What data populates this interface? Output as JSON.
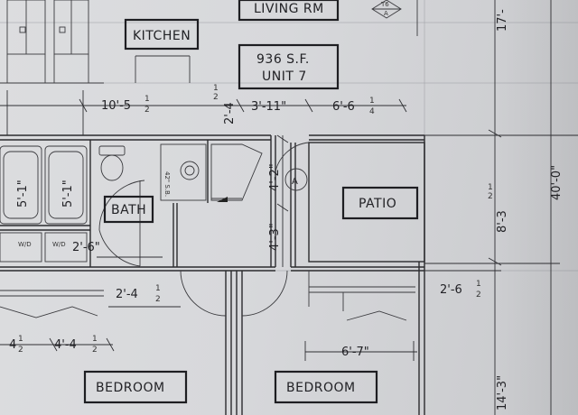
{
  "rooms": {
    "living": "LIVING RM",
    "kitchen": "KITCHEN",
    "bath": "BATH",
    "patio": "PATIO",
    "bedroom_left": "BEDROOM",
    "bedroom_right": "BEDROOM"
  },
  "unit": {
    "area": "936 S.F.",
    "name": "UNIT 7"
  },
  "dimensions": {
    "d_10_5": "10'-5",
    "d_2_4": "2'-4",
    "d_3_11": "3'-11\"",
    "d_6_6": "6'-6",
    "d_5_1_a": "5'-1\"",
    "d_5_1_b": "5'-1\"",
    "d_2_6": "2'-6\"",
    "d_4_2": "4'-2\"",
    "d_4_3": "4'-3\"",
    "d_2_4_b": "2'-4",
    "d_2_6_b": "2'-6",
    "d_8_3": "8'-3",
    "d_40_0": "40'-0\"",
    "d_17": "17'-",
    "d_4_4": "4'-4",
    "d_6_7": "6'-7\"",
    "d_14_3": "14'-3\"",
    "d_partial_left": "4"
  },
  "fractions": {
    "half": "1",
    "half_den": "2",
    "quarter_den": "4"
  },
  "fixtures": {
    "wd1": "W/D",
    "wd2": "W/D",
    "sink_note": "42\" S.B.",
    "marker_a": "A",
    "marker_top_a": "A",
    "marker_top_num": "T6"
  }
}
